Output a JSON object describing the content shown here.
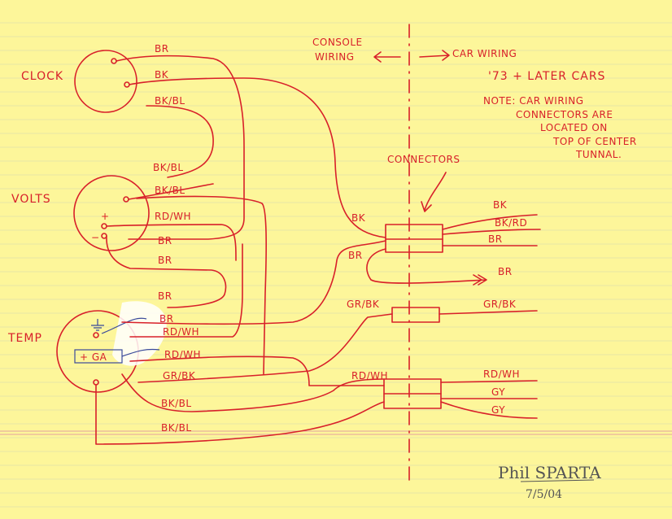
{
  "colors": {
    "paper": "#fdf69a",
    "rule": "#a9b9c9",
    "margin": "#e4a0a0",
    "ink": "#d8202a",
    "pencil": "#555555",
    "blue": "#3a4a9a"
  },
  "titles": {
    "console": [
      "CONSOLE",
      "WIRING"
    ],
    "car": "CAR WIRING",
    "later": "'73 + LATER CARS",
    "note": [
      "NOTE: CAR WIRING",
      "CONNECTORS ARE",
      "LOCATED ON",
      "TOP OF CENTER",
      "TUNNAL."
    ],
    "connectors": "CONNECTORS"
  },
  "gauges": {
    "clock": "CLOCK",
    "volts": "VOLTS",
    "temp": "TEMP",
    "plus": "+",
    "minus": "−",
    "ga": "+  GA"
  },
  "wires": {
    "clock_br": "BR",
    "clock_bk": "BK",
    "clock_bkbl": "BK/BL",
    "volts_bkbl": "BK/BL",
    "volts_bkbl2": "BK/BL",
    "volts_rdwh": "RD/WH",
    "volts_br": "BR",
    "mid_br": "BR",
    "temp_br1": "BR",
    "temp_br2": "BR",
    "temp_rdwh1": "RD/WH",
    "temp_rdwh2": "RD/WH",
    "temp_grbk": "GR/BK",
    "temp_bkbl1": "BK/BL",
    "temp_bkbl2": "BK/BL",
    "conn_bk": "BK",
    "conn_br": "BR",
    "conn_grbk": "GR/BK",
    "conn_rdwh": "RD/WH",
    "out_bk": "BK",
    "out_bkrd": "BK/RD",
    "out_br": "BR",
    "out_br2": "BR",
    "out_grbk": "GR/BK",
    "out_rdwh": "RD/WH",
    "out_gy1": "GY",
    "out_gy2": "GY"
  },
  "signature": {
    "name": "Phil SPARTA",
    "date": "7/5/04"
  }
}
